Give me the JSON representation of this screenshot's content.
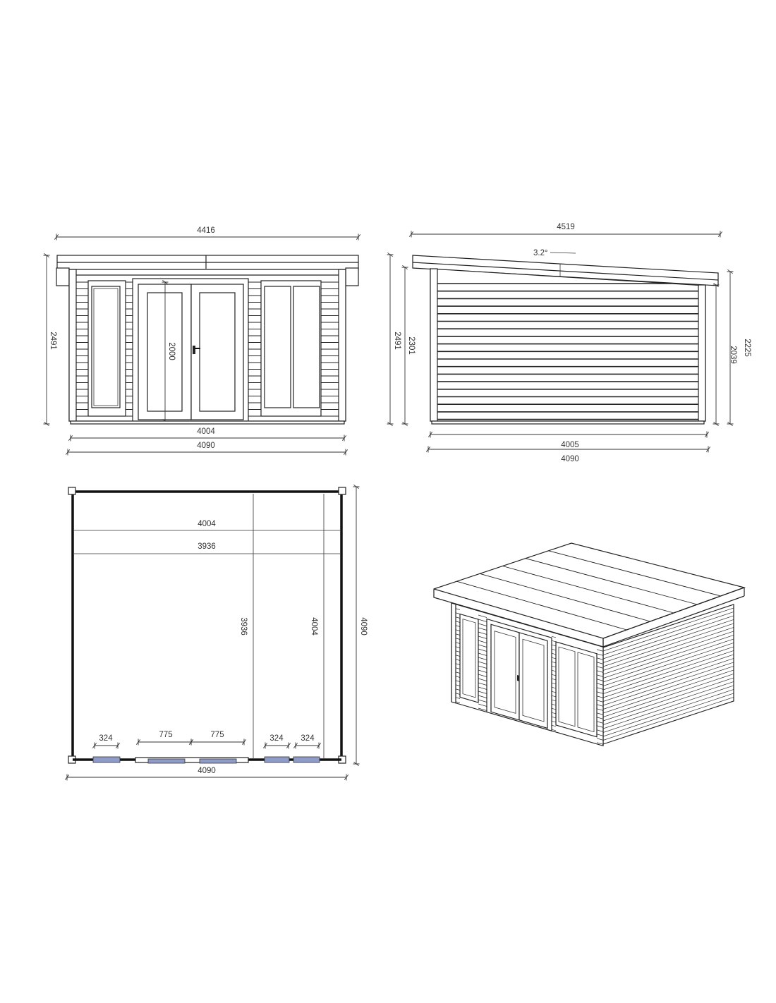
{
  "title": "Garden room technical drawing",
  "front_elevation": {
    "overall_width": "4416",
    "height": "2491",
    "door_height": "2000",
    "wall_width": "4004",
    "base_width": "4090"
  },
  "side_elevation": {
    "overall_width": "4519",
    "roof_angle": "3.2°",
    "height_left": "2491",
    "wall_height_left": "2301",
    "wall_height_right": "2039",
    "height_right": "2225",
    "wall_width": "4005",
    "base_width": "4090"
  },
  "floor_plan": {
    "inner_width_outer": "4004",
    "inner_width": "3936",
    "inner_depth": "3936",
    "depth_outer": "4004",
    "overall_depth": "4090",
    "overall_width": "4090",
    "openings": [
      "324",
      "775",
      "775",
      "324",
      "324"
    ]
  },
  "colors": {
    "line": "#222222",
    "glass": "#8f9bc9"
  }
}
